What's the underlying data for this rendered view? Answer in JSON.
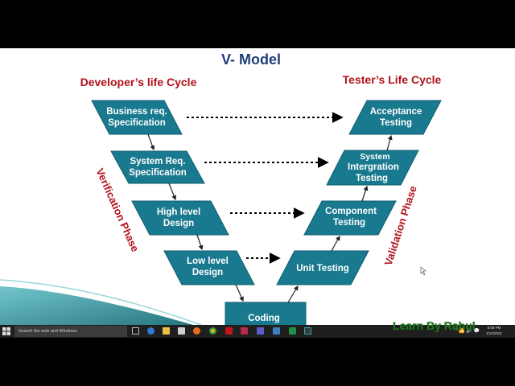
{
  "diagram": {
    "title": "V- Model",
    "left_heading": "Developer’s life Cycle",
    "right_heading": "Tester’s Life Cycle",
    "left_phase_label": "Verification Phase",
    "right_phase_label": "Validation Phase",
    "left_steps": [
      {
        "lines": [
          "Business req.",
          "Specification"
        ]
      },
      {
        "lines": [
          "System Req.",
          "Specification"
        ]
      },
      {
        "lines": [
          "High level",
          "Design"
        ]
      },
      {
        "lines": [
          "Low level",
          "Design"
        ]
      }
    ],
    "bottom_step": {
      "lines": [
        "Coding"
      ]
    },
    "right_steps": [
      {
        "lines": [
          "Acceptance",
          "Testing"
        ]
      },
      {
        "lines": [
          "System",
          "Intergration",
          "Testing"
        ]
      },
      {
        "lines": [
          "Component",
          "Testing"
        ]
      },
      {
        "lines": [
          "Unit Testing"
        ]
      }
    ],
    "colors": {
      "title": "#1f3f7a",
      "heading": "#b0121b",
      "shape_fill": "#19798e",
      "shape_stroke": "#0f5d6e",
      "arrow": "#000000",
      "corner_teal": "#2f8f99"
    }
  },
  "taskbar": {
    "search_placeholder": "Search the web and Windows",
    "clock_time": "6:08 PM",
    "clock_date": "1/13/2021",
    "tray": "^ 📶 🔊 💬"
  },
  "watermark": "Learn By Rahul"
}
